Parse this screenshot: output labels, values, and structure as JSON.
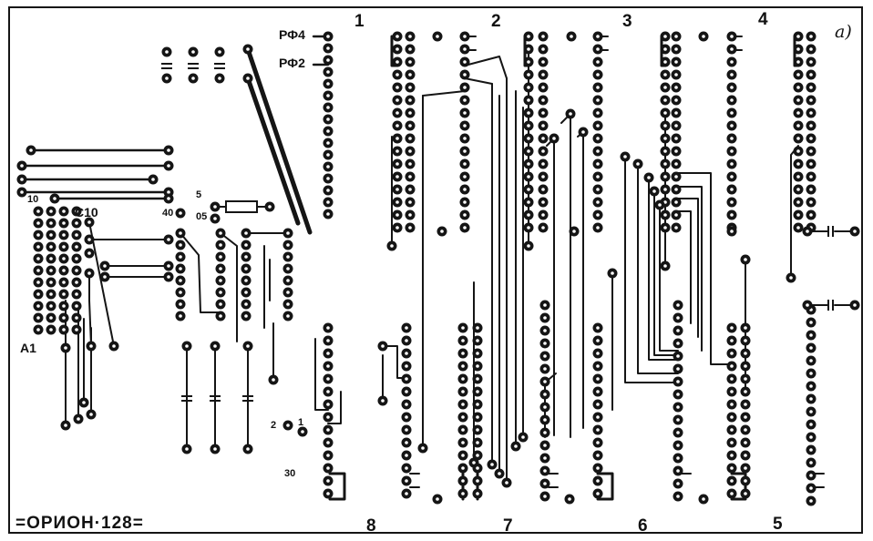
{
  "board": {
    "title": "=ОРИОН·128=",
    "variant_mark": "а)",
    "top_connectors": [
      "1",
      "2",
      "3",
      "4"
    ],
    "bottom_connectors": [
      "8",
      "7",
      "6",
      "5"
    ],
    "pin_labels": {
      "rf4": "РФ4",
      "rf2": "РФ2",
      "c10": "С10",
      "a1": "А1",
      "n10": "10",
      "n40": "40",
      "n5": "5",
      "n05": "05",
      "n2": "2",
      "n1": "1",
      "n30": "30"
    }
  },
  "colors": {
    "ink": "#151515",
    "paper": "#ffffff"
  }
}
